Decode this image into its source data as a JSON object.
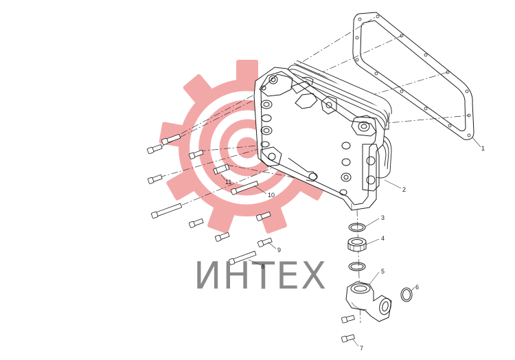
{
  "watermark": {
    "text": "ИНТЕХ",
    "logo_color": "#e53935",
    "text_color": "#8a8a8a",
    "logo_icon": "gear-logo-icon"
  },
  "callouts": [
    {
      "id": "1",
      "label": "1"
    },
    {
      "id": "2",
      "label": "2"
    },
    {
      "id": "3",
      "label": "3"
    },
    {
      "id": "4",
      "label": "4"
    },
    {
      "id": "5",
      "label": "5"
    },
    {
      "id": "6",
      "label": "6"
    },
    {
      "id": "7",
      "label": "7"
    },
    {
      "id": "8",
      "label": "8"
    },
    {
      "id": "9",
      "label": "9"
    },
    {
      "id": "10",
      "label": "10"
    },
    {
      "id": "11",
      "label": "11"
    }
  ]
}
